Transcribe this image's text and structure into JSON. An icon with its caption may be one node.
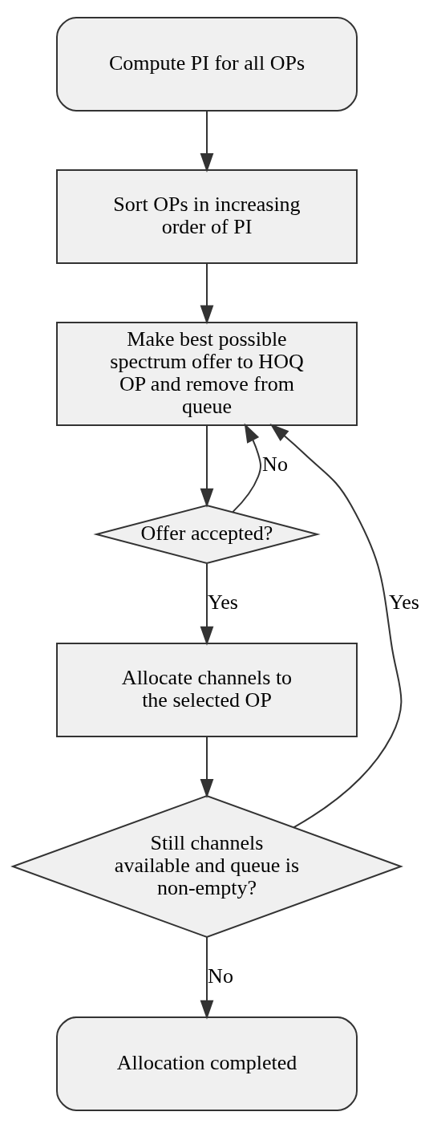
{
  "diagram": {
    "nodes": [
      {
        "text": [
          "Compute PI for all OPs"
        ]
      },
      {
        "text": [
          "Sort OPs in increasing order of PI"
        ]
      },
      {
        "text": [
          "Make best possible spectrum offer to HOQ OP and remove from queue"
        ]
      },
      {
        "text": [
          "Offer accepted?"
        ]
      },
      {
        "text": [
          "Allocate channels to the selected OP"
        ]
      },
      {
        "text": [
          "Still channels available and queue is non-empty?"
        ]
      },
      {
        "text": [
          "Allocation completed"
        ]
      }
    ],
    "edges": [
      {
        "from": 0,
        "to": 1,
        "arrow": "to"
      },
      {
        "from": 1,
        "to": 2,
        "arrow": "to"
      },
      {
        "from": 2,
        "to": 3,
        "arrow": "to"
      },
      {
        "from": 3,
        "to": 2,
        "label": "No",
        "arrow": "to"
      },
      {
        "from": 3,
        "to": 4,
        "label": "Yes",
        "arrow": "to"
      },
      {
        "from": 4,
        "to": 5,
        "arrow": "to"
      },
      {
        "from": 5,
        "to": 2,
        "label": "Yes",
        "arrow": "to"
      },
      {
        "from": 5,
        "to": 6,
        "label": "No",
        "arrow": "to"
      }
    ]
  }
}
